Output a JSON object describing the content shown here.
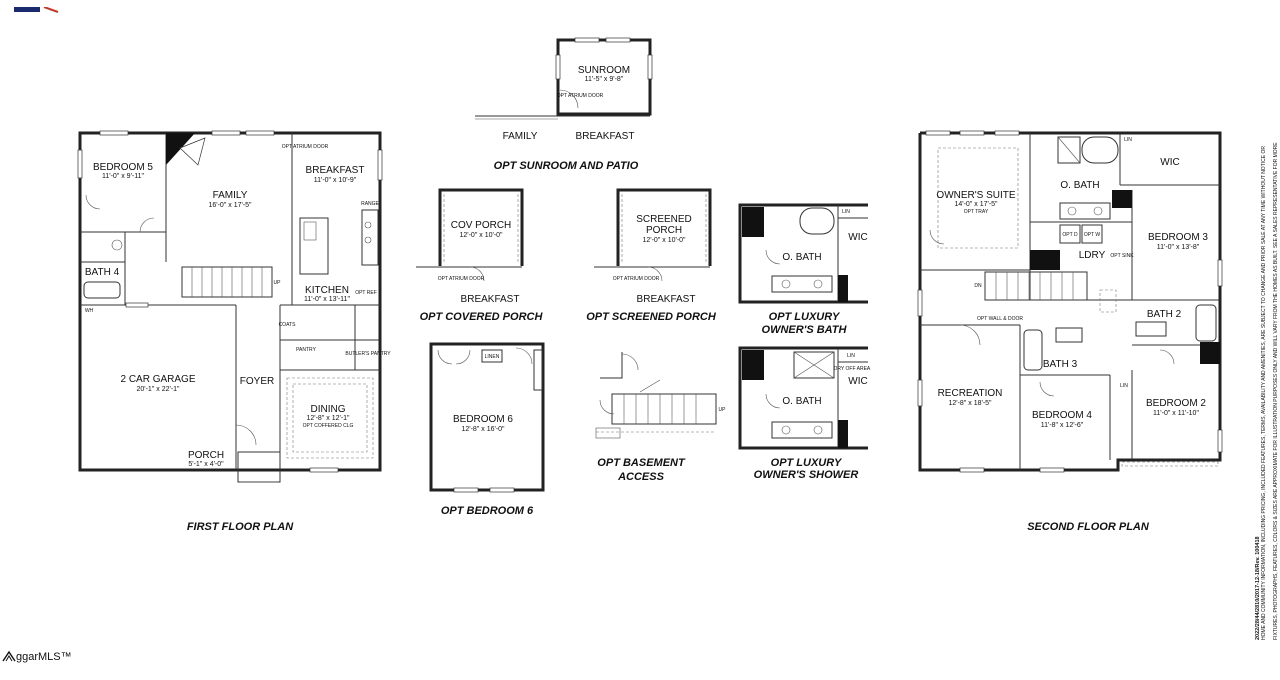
{
  "side_note": {
    "line1": "HOME AND COMMUNITY INFORMATION, INCLUDING PRICING, INCLUDED FEATURES, TERMS, AVAILABILITY AND AMENITIES, ARE SUBJECT TO CHANGE AND PRIOR SALE AT ANY TIME WITHOUT NOTICE OR",
    "line2": "FIXTURES, PHOTOGRAPHS, FEATURES, COLORS & SIZES ARE APPROXIMATE FOR ILLUSTRATION PURPOSES ONLY AND WILL VARY FROM THE HOMES AS BUILT. SEE A SALES REPRESENTATIVE FOR MORE",
    "code": "2022/28/44/2810/2017-12-18/Rev. 100418"
  },
  "logo": {
    "text": "ggarMLS™"
  },
  "first_floor": {
    "caption": "FIRST FLOOR PLAN",
    "bedroom5": {
      "name": "BEDROOM 5",
      "dims": "11'-0\" x 9'-11\""
    },
    "family": {
      "name": "FAMILY",
      "dims": "16'-0\" x 17'-5\""
    },
    "breakfast": {
      "name": "BREAKFAST",
      "dims": "11'-0\" x 10'-9\""
    },
    "atrium": "OPT ATRIUM DOOR",
    "bath4": "BATH 4",
    "wh": "WH",
    "kitchen": {
      "name": "KITCHEN",
      "dims": "11'-0\" x 13'-11\""
    },
    "range": "RANGE",
    "opt_ref": "OPT REF",
    "up": "UP",
    "coats": "COATS",
    "pantry": "PANTRY",
    "butlers_pantry": "BUTLER'S PANTRY",
    "garage": {
      "name": "2 CAR GARAGE",
      "dims": "20'-1\" x 22'-1\""
    },
    "foyer": "FOYER",
    "dining": {
      "name": "DINING",
      "dims": "12'-8\" x 12'-1\"",
      "note": "OPT COFFERED CLG"
    },
    "porch": {
      "name": "PORCH",
      "dims": "5'-1\" x 4'-0\""
    }
  },
  "sunroom": {
    "caption": "OPT SUNROOM AND PATIO",
    "name": "SUNROOM",
    "dims": "11'-5\" x 9'-8\"",
    "atrium": "OPT ATRIUM DOOR",
    "family": "FAMILY",
    "breakfast": "BREAKFAST"
  },
  "covered_porch": {
    "caption": "OPT COVERED PORCH",
    "name": "COV PORCH",
    "dims": "12'-0\" x 10'-0\"",
    "atrium": "OPT ATRIUM DOOR",
    "breakfast": "BREAKFAST"
  },
  "screened_porch": {
    "caption": "OPT SCREENED PORCH",
    "name1": "SCREENED",
    "name2": "PORCH",
    "dims": "12'-0\" x 10'-0\"",
    "atrium": "OPT ATRIUM DOOR",
    "breakfast": "BREAKFAST"
  },
  "luxury_bath": {
    "caption1": "OPT LUXURY",
    "caption2": "OWNER'S BATH",
    "lin": "LIN",
    "wic": "WIC",
    "obath": "O. BATH"
  },
  "bedroom6": {
    "caption": "OPT BEDROOM 6",
    "name": "BEDROOM 6",
    "dims": "12'-8\" x 16'-0\"",
    "linen": "LINEN"
  },
  "basement": {
    "caption1": "OPT BASEMENT",
    "caption2": "ACCESS",
    "up": "UP"
  },
  "luxury_shower": {
    "caption1": "OPT LUXURY",
    "caption2": "OWNER'S SHOWER",
    "lin": "LIN",
    "wic": "WIC",
    "obath": "O. BATH",
    "dry_off": "DRY OFF AREA"
  },
  "second_floor": {
    "caption": "SECOND FLOOR PLAN",
    "owners_suite": {
      "name": "OWNER'S SUITE",
      "dims": "14'-0\" x 17'-5\"",
      "note": "OPT TRAY"
    },
    "lin": "LIN",
    "wic": "WIC",
    "obath": "O. BATH",
    "bedroom3": {
      "name": "BEDROOM 3",
      "dims": "11'-0\" x 13'-8\""
    },
    "ldry": "LDRY",
    "opt_d": "OPT D",
    "opt_w": "OPT W",
    "opt_sink": "OPT SINK",
    "dn": "DN",
    "opt_wall": "OPT WALL & DOOR",
    "bath2": "BATH 2",
    "bath3": "BATH 3",
    "recreation": {
      "name": "RECREATION",
      "dims": "12'-8\" x 18'-5\""
    },
    "bedroom4": {
      "name": "BEDROOM 4",
      "dims": "11'-8\" x 12'-6\""
    },
    "lin2": "LIN",
    "bedroom2": {
      "name": "BEDROOM 2",
      "dims": "11'-0\" x 11'-10\""
    }
  }
}
